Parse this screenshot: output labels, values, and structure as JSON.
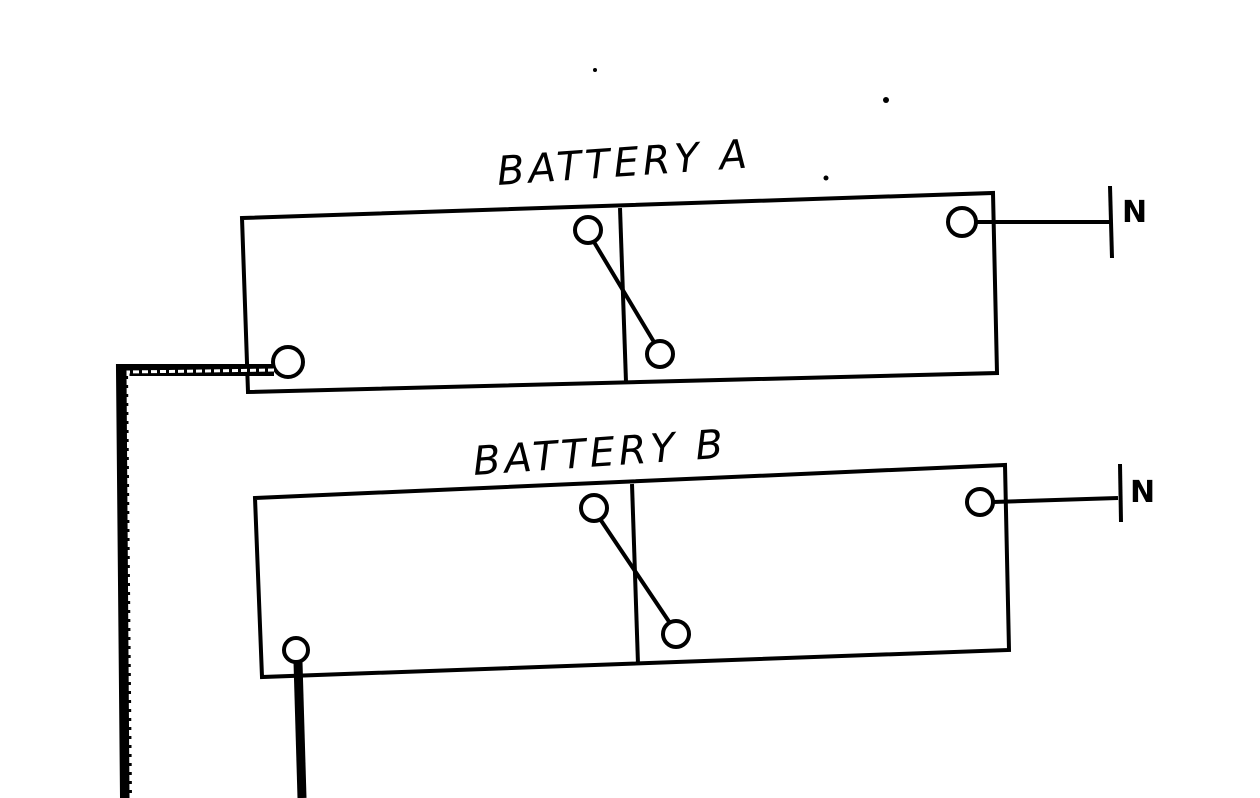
{
  "batteries": [
    {
      "label": "BATTERY A",
      "terminal_label": "N"
    },
    {
      "label": "BATTERY B",
      "terminal_label": "N"
    }
  ]
}
